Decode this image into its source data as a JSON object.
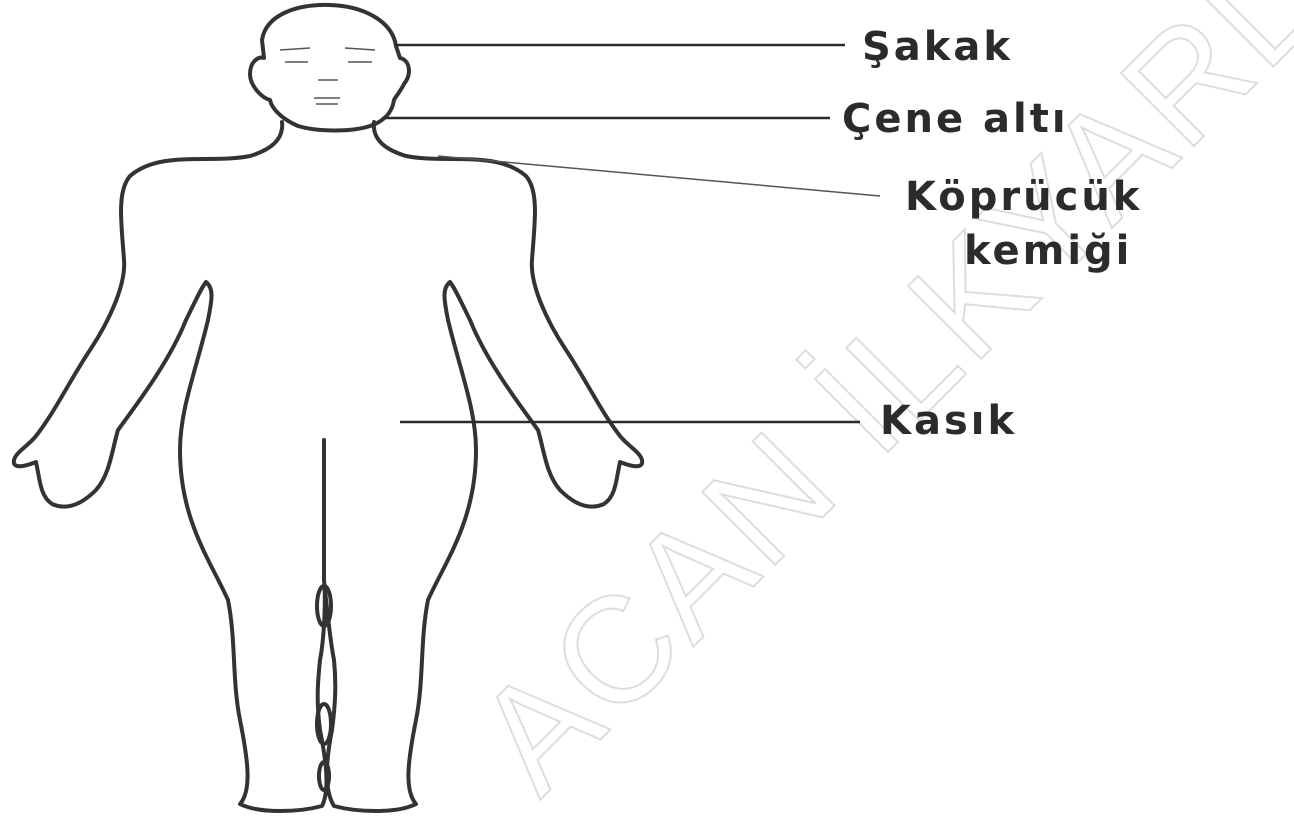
{
  "diagram": {
    "labels": {
      "temple": "Şakak",
      "under_chin": "Çene altı",
      "collarbone_line1": "Köprücük",
      "collarbone_line2": "kemiği",
      "groin": "Kasık"
    },
    "watermark": "ACAN İLKYARD"
  },
  "colors": {
    "outline": "#333333",
    "text": "#2b2b2b",
    "watermark": "#dddddd",
    "background": "#ffffff"
  }
}
